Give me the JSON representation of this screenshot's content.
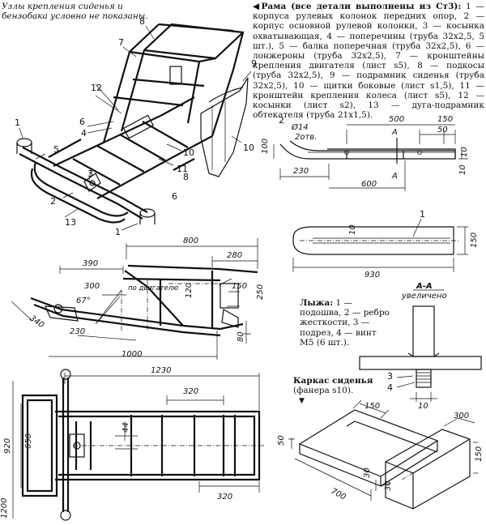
{
  "caption_top_left": "Узлы крепления сиденья и бензобака условно не показаны.",
  "frame_legend": {
    "title": "◀Рама (все детали выполнены из Ст3):",
    "body": "1 — корпуса рулевых колонок передних опор, 2 — корпус основной рулевой колонки, 3 — косынка охватывающая, 4 — поперечины (труба 32х2,5, 5 шт.), 5 — балка поперечная (труба 32х2,5), 6 — лонжероны (труба 32х2,5), 7 — кронштейны крепления двигателя (лист s5), 8 — подкосы (труба 32х2,5), 9 — подрамник сиденья (труба 32х2,5), 10 — щитки боковые (лист s1,5), 11 — кронштейн крепления колеса (лист s5), 12 — косынки (лист s2), 13 — дуга-подрамник обтекателя (труба 21х1,5)."
  },
  "ski_legend": {
    "title": "Лыжа:",
    "body": "1 — подошва, 2 — ребро жесткости, 3 — подрез, 4 — винт М5 (6 шт.)."
  },
  "seat_caption": "Каркас сиденья (фанера s10).",
  "seat_arrow": "▼",
  "iso_callouts": [
    "1",
    "5",
    "3",
    "2",
    "13",
    "1",
    "4",
    "6",
    "7",
    "8",
    "9",
    "10",
    "11",
    "12",
    "8",
    "6",
    "10"
  ],
  "ski_side": {
    "labels": [
      "2",
      "Ø14",
      "2отв.",
      "500",
      "150",
      "A",
      "50",
      "100",
      "10",
      "230",
      "600",
      "A",
      "10"
    ]
  },
  "ski_top": {
    "labels": [
      "1",
      "10",
      "150",
      "930"
    ]
  },
  "section": {
    "title": "А-А",
    "subtitle": "увеличено",
    "labels": [
      "3",
      "4",
      "10"
    ]
  },
  "side_view": {
    "labels": [
      "800",
      "390",
      "280",
      "300",
      "по двигателю",
      "150",
      "120",
      "67°",
      "340",
      "230",
      "80",
      "1000",
      "250"
    ]
  },
  "top_view": {
    "labels": [
      "1230",
      "320",
      "44",
      "650",
      "320",
      "920",
      "1200"
    ]
  },
  "seat": {
    "labels": [
      "150",
      "30",
      "50",
      "30",
      "700",
      "300",
      "150"
    ]
  }
}
